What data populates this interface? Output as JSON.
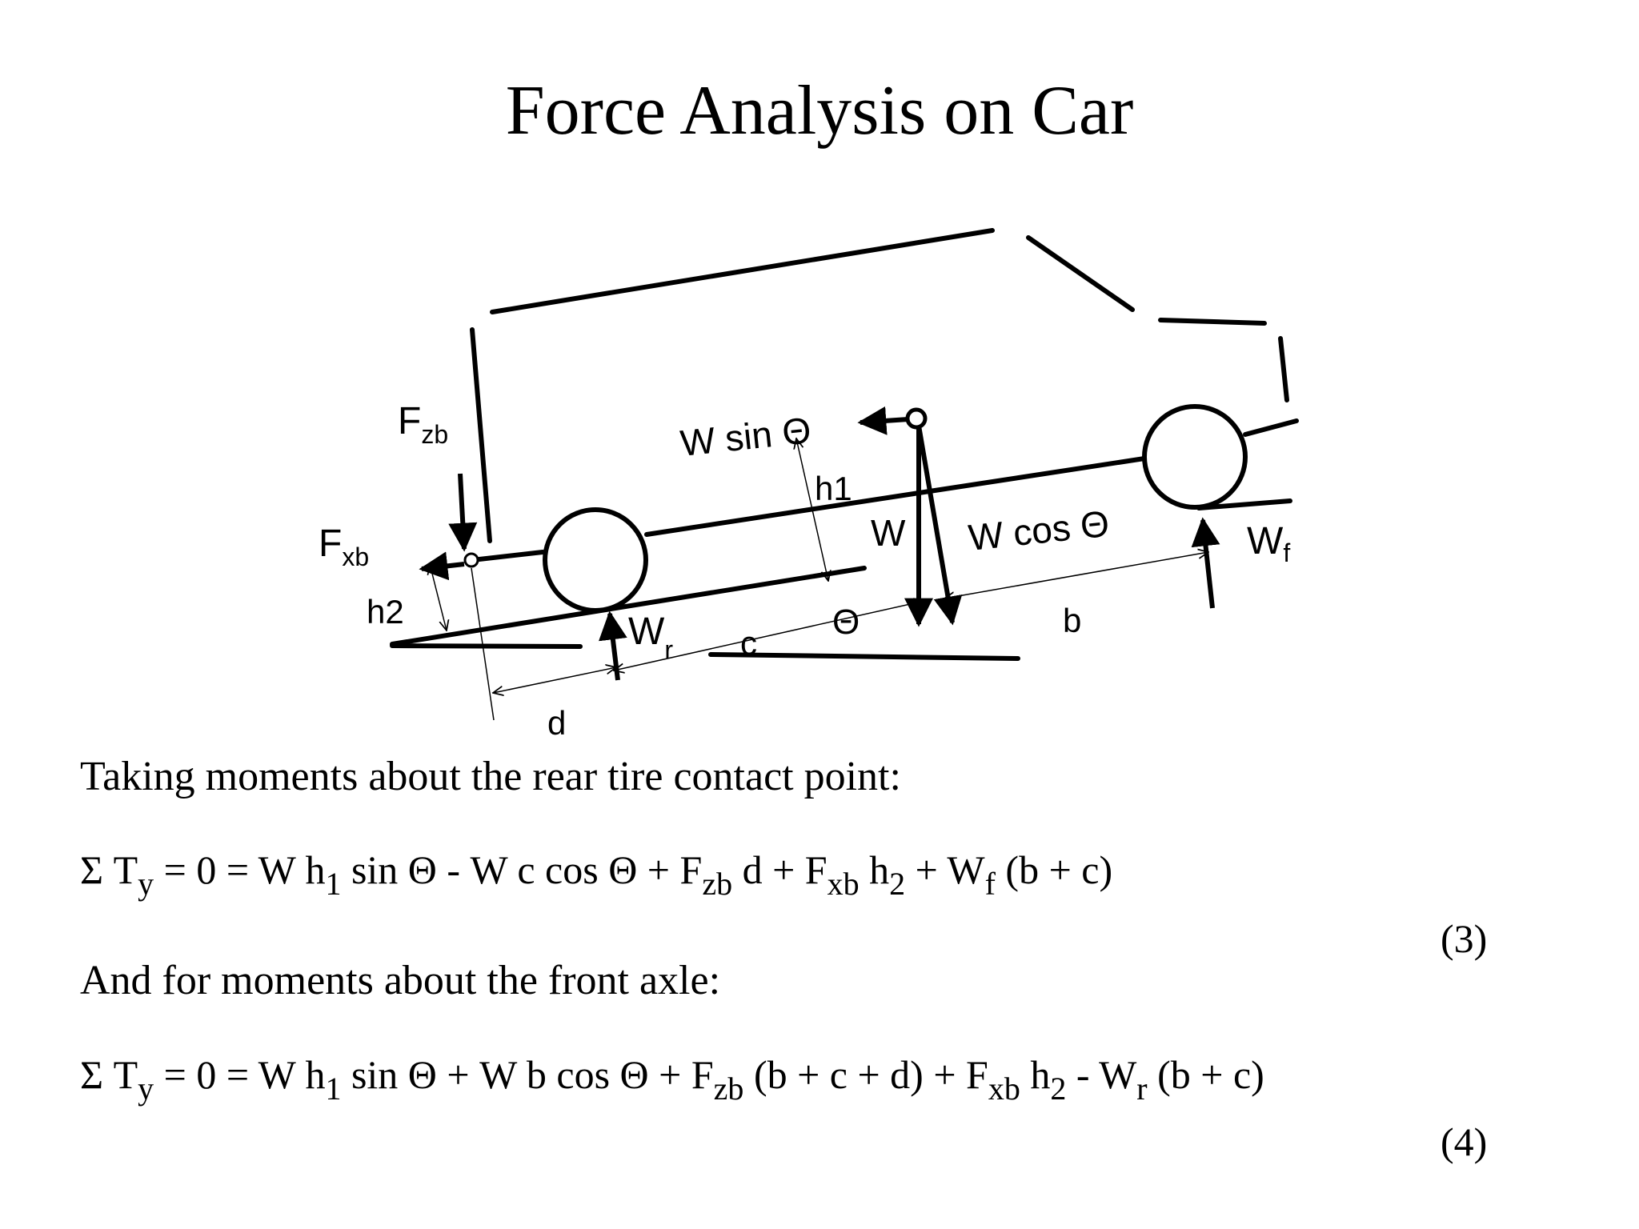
{
  "title": "Force Analysis on Car",
  "diagram": {
    "force_labels": {
      "fzb": {
        "main": "F",
        "sub": "zb"
      },
      "fxb": {
        "main": "F",
        "sub": "xb"
      },
      "w_sin": "W sin Θ",
      "w": "W",
      "w_cos": "W cos Θ",
      "wf": {
        "main": "W",
        "sub": "f"
      },
      "wr": {
        "main": "W",
        "sub": "r"
      },
      "theta": "Θ"
    },
    "dimension_labels": {
      "h1": "h1",
      "h2": "h2",
      "b": "b",
      "c": "c",
      "d": "d"
    }
  },
  "text1": "Taking moments about the rear tire contact point:",
  "eq3": {
    "p1": "Σ T",
    "s1": "y",
    "p2": " = 0 = W h",
    "s2": "1",
    "p3": " sin Θ - W c cos Θ + F",
    "s3": "zb",
    "p4": " d + F",
    "s4": "xb",
    "p5": " h",
    "s5": "2",
    "p6": "  + W",
    "s6": "f",
    "p7": " (b + c)",
    "num": "(3)"
  },
  "text2": "And for moments about the front axle:",
  "eq4": {
    "p1": "Σ T",
    "s1": "y",
    "p2": " = 0 = W h",
    "s2": "1",
    "p3": " sin Θ + W b cos Θ + F",
    "s3": "zb",
    "p4": " (b + c + d) + F",
    "s4": "xb",
    "p5": " h",
    "s5": "2",
    "p6": "  - W",
    "s6": "r",
    "p7": " (b + c)",
    "num": "(4)"
  }
}
